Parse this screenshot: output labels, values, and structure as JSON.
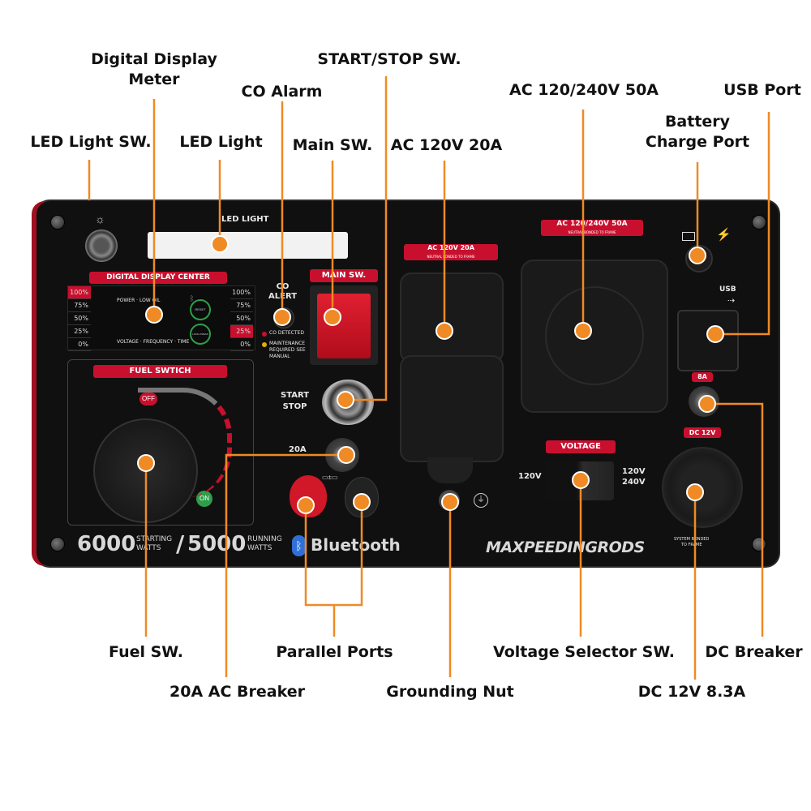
{
  "callouts": {
    "digital_display_meter": "Digital Display\nMeter",
    "start_stop_sw": "START/STOP SW.",
    "co_alarm": "CO Alarm",
    "ac_240": "AC 120/240V 50A",
    "usb_port": "USB Port",
    "led_light_sw": "LED Light SW.",
    "led_light": "LED Light",
    "main_sw": "Main SW.",
    "ac_120": "AC 120V 20A",
    "battery_charge": "Battery\nCharge Port",
    "fuel_sw": "Fuel SW.",
    "parallel_ports": "Parallel Ports",
    "voltage_selector": "Voltage Selector SW.",
    "dc_breaker": "DC Breaker",
    "breaker_20a": "20A AC Breaker",
    "grounding_nut": "Grounding Nut",
    "dc_12v": "DC 12V 8.3A"
  },
  "panel": {
    "led_light_label": "LED LIGHT",
    "digital_display_center": "DIGITAL DISPLAY CENTER",
    "gauge_levels": [
      "100%",
      "75%",
      "50%",
      "25%",
      "0%"
    ],
    "power_low_oil": "POWER · LOW OIL",
    "voltage_freq_time": "VOLTAGE · FREQUENCY · TIME",
    "reset": "RESET",
    "long_press": "LONG PRESS",
    "co_alert": "CO\nALERT",
    "co_detected": "CO DETECTED",
    "maintenance": "MAINTENANCE\nREQUIRED SEE\nMANUAL",
    "main_sw": "MAIN SW.",
    "fuel_switch": "FUEL SWTICH",
    "off": "OFF",
    "on": "ON",
    "start_stop": "START\nSTOP",
    "breaker_20a": "20A",
    "ac_120_tag": "AC 120V 20A",
    "neutral_bonded": "NEUTRAL BONDED TO FRAME",
    "ac_240_tag": "AC 120/240V 50A",
    "voltage": "VOLTAGE",
    "v120": "120V",
    "v120_240": "120V\n240V",
    "usb": "USB",
    "dc_8a": "8A",
    "dc_12v": "DC 12V",
    "system_bonded": "SYSTEM BONDED\nTO FRAME",
    "watts_starting": "6000",
    "starting_watts": "STARTING\nWATTS",
    "slash": "/",
    "watts_running": "5000",
    "running_watts": "RUNNING\nWATTS",
    "bluetooth": "Bluetooth",
    "brand": "MAXPEEDINGRODS"
  },
  "colors": {
    "accent_orange": "#f08a24",
    "panel_red": "#c8102e",
    "panel_black": "#101010"
  }
}
